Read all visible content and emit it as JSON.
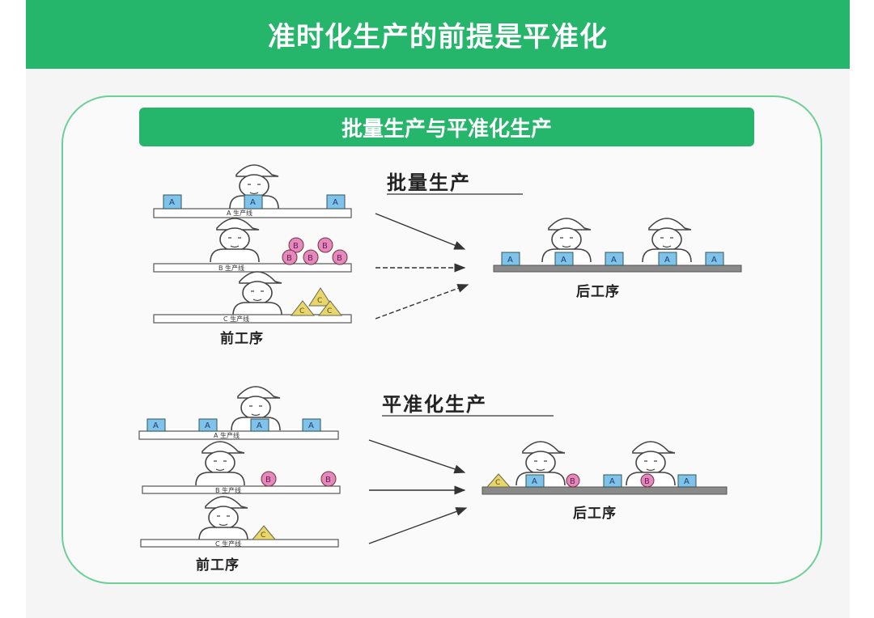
{
  "header": {
    "title": "准时化生产的前提是平准化"
  },
  "panel": {
    "subtitle": "批量生产与平准化生产"
  },
  "batch": {
    "title": "批量生产",
    "front_label": "前工序",
    "back_label": "后工序",
    "lines": [
      "A 生产线",
      "B 生产线",
      "C 生产线"
    ]
  },
  "leveled": {
    "title": "平准化生产",
    "front_label": "前工序",
    "back_label": "后工序",
    "lines": [
      "A 生产线",
      "B 生产线",
      "C 生产线"
    ]
  },
  "items": {
    "a": "A",
    "b": "B",
    "c": "C"
  },
  "colors": {
    "banner": "#25b56b",
    "frame_border": "#6dcf98",
    "item_a": "#7fc3ea",
    "item_b": "#e488c0",
    "item_c": "#e8d66a",
    "conveyor": "#8a8a8a"
  }
}
